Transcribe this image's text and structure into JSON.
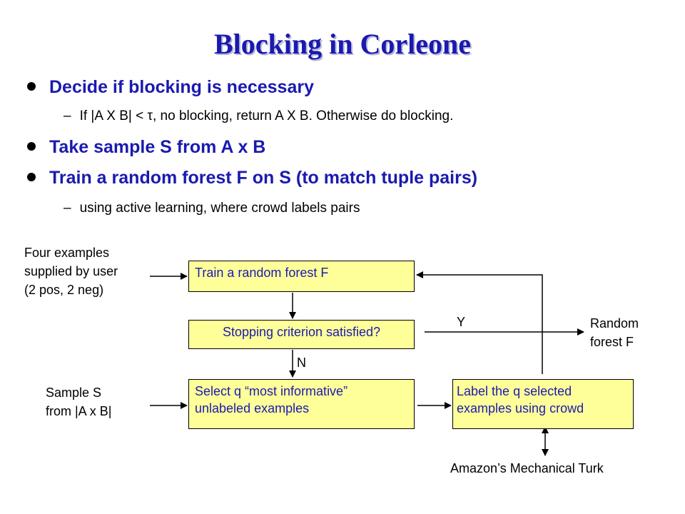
{
  "slide": {
    "title": "Blocking in Corleone",
    "bullets": [
      "Decide if blocking is necessary",
      "Take sample S from A x B",
      "Train a random forest F on S (to match tuple pairs)"
    ],
    "subbullets": [
      "If |A X B| < τ, no blocking, return A X B. Otherwise do blocking.",
      "using active learning, where crowd labels pairs"
    ],
    "dash": "–"
  },
  "diagram": {
    "boxes": {
      "train": "Train a random forest F",
      "stopping": "Stopping criterion satisfied?",
      "select_line1": "Select q “most informative”",
      "select_line2": "unlabeled examples",
      "label_line1": "Label the q selected",
      "label_line2": "examples using crowd"
    },
    "labels": {
      "four_examples_line1": "Four examples",
      "four_examples_line2": "supplied by user",
      "four_examples_line3": "(2 pos, 2 neg)",
      "sample_line1": "Sample S",
      "sample_line2": "from |A x B|",
      "yes": "Y",
      "no": "N",
      "random_forest_line1": "Random",
      "random_forest_line2": "forest F",
      "mturk": "Amazon’s Mechanical Turk"
    }
  },
  "colors": {
    "title": "#1a1ab0",
    "box_fill": "#ffff99",
    "box_text": "#1a1ab0"
  }
}
